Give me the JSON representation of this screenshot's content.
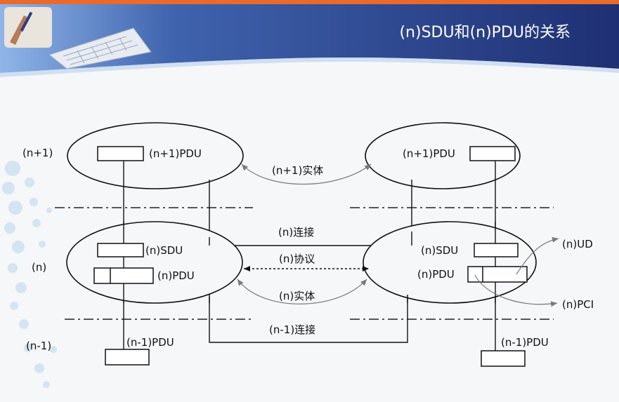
{
  "slide": {
    "title": "(n)SDU和(n)PDU的关系",
    "colors": {
      "header_dark": "#1f2f73",
      "header_mid": "#3f63ad",
      "header_light": "#8fb5e8",
      "top_stripe": "#e96a2a",
      "background": "#f6f7f8",
      "line": "#111111",
      "arrow_gray": "#7a7a7a"
    },
    "header_icons": [
      "hand-pen-icon",
      "keyboard-icon"
    ]
  },
  "diagram": {
    "layers": {
      "n_plus_1": "(n+1)",
      "n": "(n)",
      "n_minus_1": "(n-1)"
    },
    "left_entity": {
      "n1_pdu": "(n+1)PDU",
      "sdu": "(n)SDU",
      "pdu": "(n)PDU",
      "nm1_pdu": "(n-1)PDU"
    },
    "right_entity": {
      "n1_pdu": "(n+1)PDU",
      "sdu": "(n)SDU",
      "pdu": "(n)PDU",
      "nm1_pdu": "(n-1)PDU"
    },
    "links": {
      "n1_entity": "(n+1)实体",
      "n_connection": "(n)连接",
      "n_protocol": "(n)协议",
      "n_entity": "(n)实体",
      "nm1_connection": "(n-1)连接"
    },
    "annotations": {
      "ud": "(n)UD",
      "pci": "(n)PCI"
    }
  }
}
